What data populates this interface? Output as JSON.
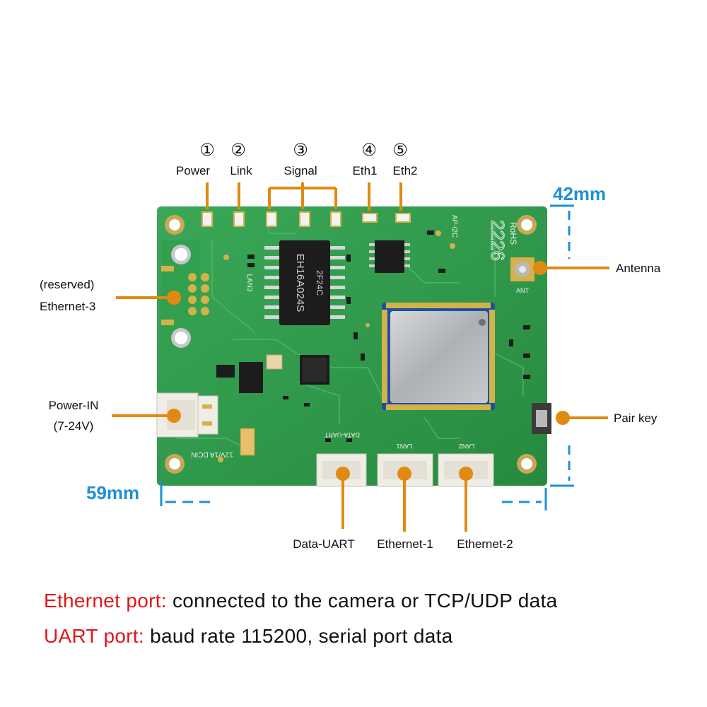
{
  "colors": {
    "accent": "#e08a12",
    "dimension": "#1e90d6",
    "highlight": "#e0161b",
    "pcb": "#2f9a4a"
  },
  "top_indicators": [
    {
      "number": "①",
      "label": "Power"
    },
    {
      "number": "②",
      "label": "Link"
    },
    {
      "number": "③",
      "label": "Signal"
    },
    {
      "number": "④",
      "label": "Eth1"
    },
    {
      "number": "⑤",
      "label": "Eth2"
    }
  ],
  "left_labels": {
    "ethernet3_reserved": "(reserved)",
    "ethernet3": "Ethernet-3",
    "power_in": "Power-IN",
    "power_in_range": "(7-24V)"
  },
  "right_labels": {
    "antenna": "Antenna",
    "pair_key": "Pair key"
  },
  "bottom_labels": {
    "data_uart": "Data-UART",
    "ethernet1": "Ethernet-1",
    "ethernet2": "Ethernet-2"
  },
  "dimensions": {
    "height": "42mm",
    "width": "59mm"
  },
  "board_markings": {
    "chip": "EH16A024S",
    "chip_sub": "2F24C",
    "lan3": "LAN3",
    "lan1": "LAN1",
    "lan2": "LAN2",
    "data_uart": "DATA-UART",
    "power": "12V/1A DCIN",
    "ant": "ANT",
    "rohs": "RoHS",
    "year": "2226",
    "module": "AP-I2C"
  },
  "notes": [
    {
      "key": "Ethernet port:",
      "text": " connected to the camera or TCP/UDP data"
    },
    {
      "key": "UART port:",
      "text": " baud rate 115200, serial port data"
    }
  ]
}
